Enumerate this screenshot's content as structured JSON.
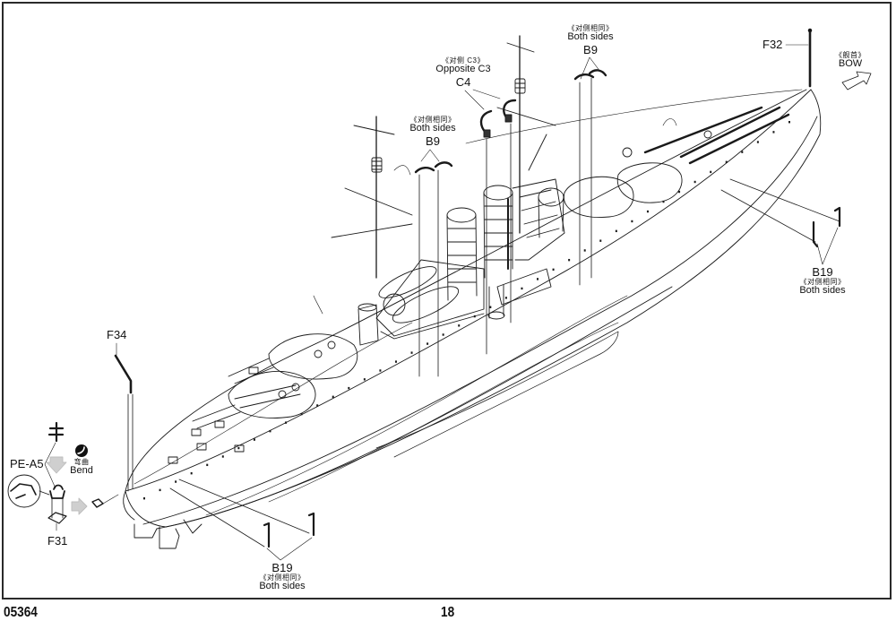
{
  "page": {
    "product_code": "05364",
    "page_number": "18"
  },
  "callouts": {
    "b9_left": {
      "note_cn": "《对侧相同》",
      "note_en": "Both sides",
      "part": "B9"
    },
    "b9_right": {
      "note_cn": "《对侧相同》",
      "note_en": "Both sides",
      "part": "B9"
    },
    "c4": {
      "note_cn": "《对侧 C3》",
      "note_en": "Opposite C3",
      "part": "C4"
    },
    "f32": {
      "part": "F32"
    },
    "bow": {
      "note_cn": "《舰首》",
      "note_en": "BOW",
      "icon": "bow-direction-arrow-icon"
    },
    "b19_right": {
      "part": "B19",
      "note_cn": "《对侧相同》",
      "note_en": "Both sides"
    },
    "b19_bottom": {
      "part": "B19",
      "note_cn": "《对侧相同》",
      "note_en": "Both sides"
    },
    "f34": {
      "part": "F34"
    },
    "pe_a5": {
      "part": "PE-A5"
    },
    "bend": {
      "note_cn": "弯曲",
      "note_en": "Bend",
      "icon": "bend-icon"
    },
    "f31": {
      "part": "F31"
    }
  }
}
